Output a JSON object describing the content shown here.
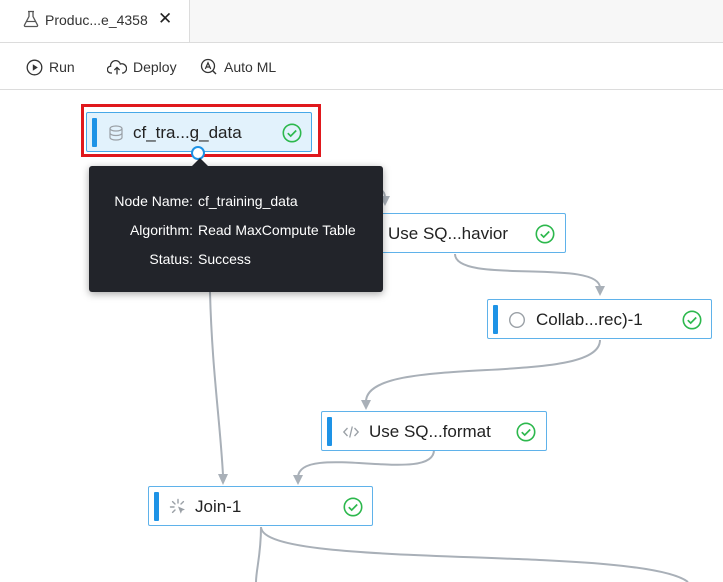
{
  "tab": {
    "title": "Produc...e_4358",
    "close": "✕"
  },
  "toolbar": {
    "run": "Run",
    "deploy": "Deploy",
    "automl": "Auto ML"
  },
  "nodes": [
    {
      "label": "cf_tra...g_data",
      "icon": "database-icon",
      "status": "success"
    },
    {
      "label": "Use SQ...havior",
      "icon": "sql-icon",
      "status": "success"
    },
    {
      "label": "Collab...rec)-1",
      "icon": "circle-icon",
      "status": "success"
    },
    {
      "label": "Use SQ...format",
      "icon": "code-icon",
      "status": "success"
    },
    {
      "label": "Join-1",
      "icon": "join-icon",
      "status": "success"
    }
  ],
  "tooltip": {
    "node_name_key": "Node Name:",
    "node_name": "cf_training_data",
    "algorithm_key": "Algorithm:",
    "algorithm": "Read MaxCompute Table",
    "status_key": "Status:",
    "status": "Success"
  },
  "colors": {
    "accent": "#1e93e6",
    "success": "#2db84d",
    "highlight": "#e0181d",
    "tooltip_bg": "#22242a",
    "edge": "#a9b0b8"
  }
}
